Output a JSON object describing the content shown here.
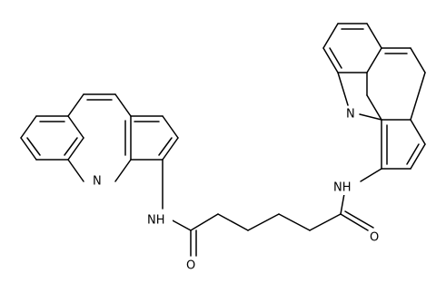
{
  "molecule": {
    "atoms": {
      "n_left_ring": "N",
      "n_right_ring": "N",
      "nh_left": "NH",
      "nh_right": "NH",
      "o_left": "O",
      "o_right": "O"
    },
    "colors": {
      "bond": "#000000",
      "label": "#000000",
      "background": "#ffffff"
    }
  }
}
